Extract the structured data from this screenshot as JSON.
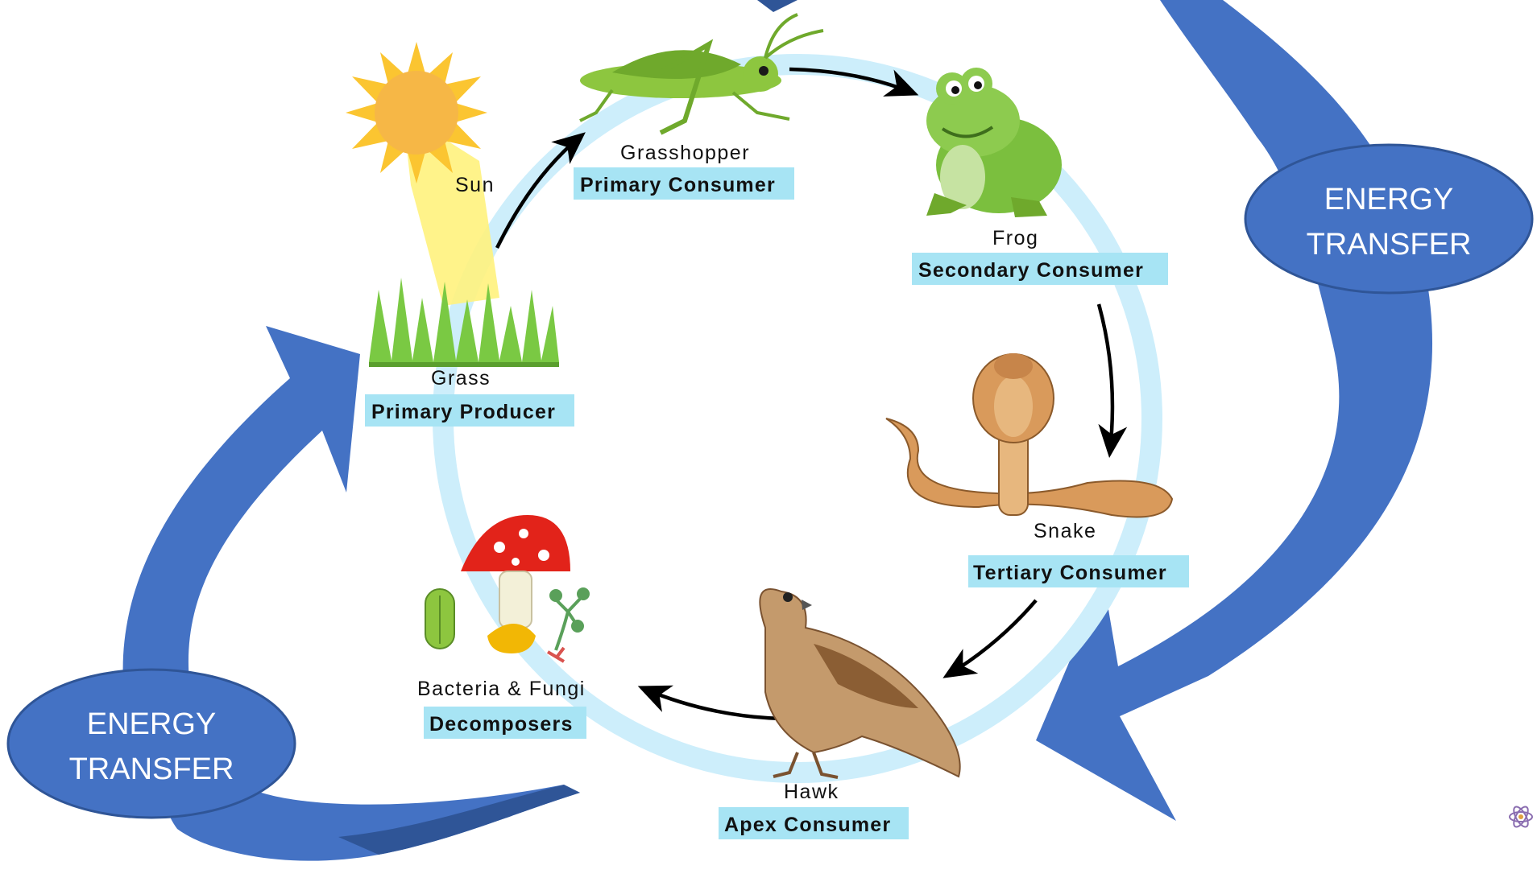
{
  "colors": {
    "big_arrow": "#4472c4",
    "big_arrow_dark": "#2f5597",
    "ring": "#cdeefb",
    "label_box": "#a7e4f4",
    "energy_oval": "#4472c4",
    "sun": "#f6b746",
    "grass": "#7ac943",
    "grasshopper": "#8dc63f",
    "frog": "#7bbf3e",
    "snake": "#d99a5b",
    "hawk": "#b9895a",
    "mushroom_cap": "#e2231a"
  },
  "icons": [
    "sun-icon",
    "grass-icon",
    "grasshopper-icon",
    "frog-icon",
    "snake-icon",
    "hawk-icon",
    "mushroom-icon",
    "bacterium-icon",
    "fungus-icon",
    "atom-icon"
  ],
  "energy_labels": [
    {
      "line1": "ENERGY",
      "line2": "TRANSFER"
    },
    {
      "line1": "ENERGY",
      "line2": "TRANSFER"
    }
  ],
  "sun_label": "Sun",
  "stages": [
    {
      "name": "Grass",
      "role": "Primary Producer"
    },
    {
      "name": "Grasshopper",
      "role": "Primary Consumer"
    },
    {
      "name": "Frog",
      "role": "Secondary Consumer"
    },
    {
      "name": "Snake",
      "role": "Tertiary Consumer"
    },
    {
      "name": "Hawk",
      "role": "Apex Consumer"
    },
    {
      "name": "Bacteria & Fungi",
      "role": "Decomposers"
    }
  ]
}
